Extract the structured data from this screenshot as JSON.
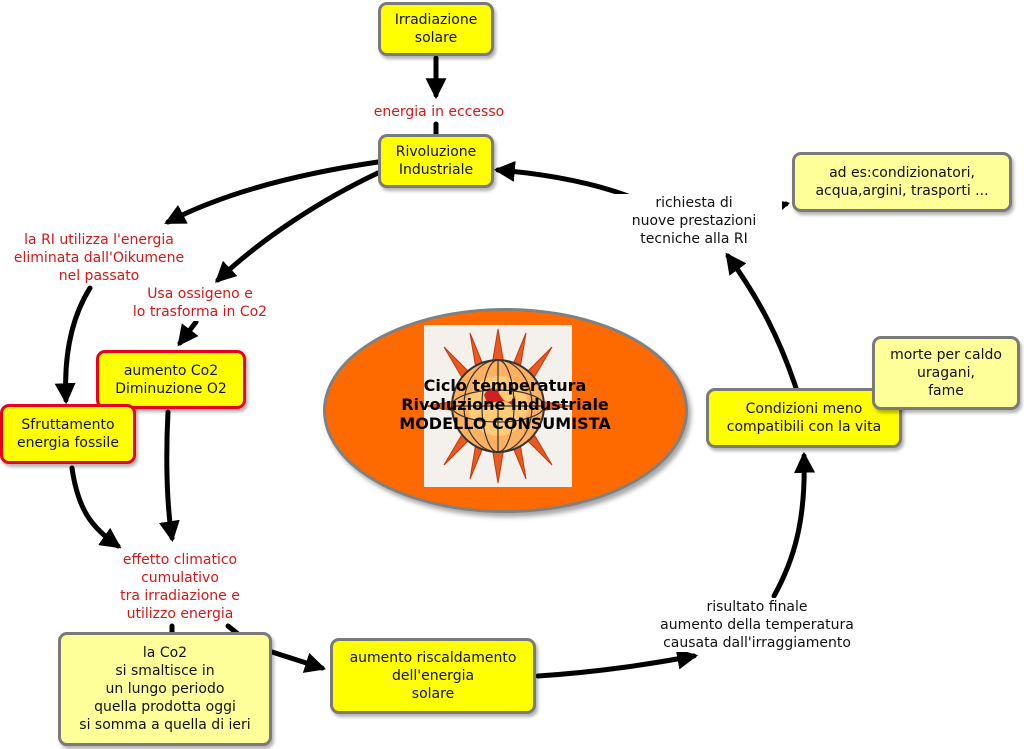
{
  "nodes": {
    "irradiazione": "Irradiazione\nsolare",
    "rivoluzione": "Rivoluzione\nIndustriale",
    "aumento_co2": "aumento Co2\nDiminuzione O2",
    "sfruttamento": "Sfruttamento\nenergia fossile",
    "co2_smaltisce": "la Co2\nsi smaltisce in\nun lungo periodo\nquella prodotta oggi\nsi somma a quella di ieri",
    "aumento_riscaldamento": "aumento riscaldamento\ndell'energia\nsolare",
    "condizioni": "Condizioni meno\ncompatibili con la vita",
    "morte": "morte per caldo\nuragani,\nfame",
    "esempi": "ad es:condizionatori,\nacqua,argini, trasporti ..."
  },
  "links": {
    "energia_eccesso": "energia in eccesso",
    "ri_utilizza": "la RI utilizza l'energia\neliminata dall'Oikumene\nnel passato",
    "usa_ossigeno": "Usa ossigeno e\nlo trasforma in Co2",
    "effetto_climatico": "effetto climatico\ncumulativo\ntra irradiazione e\nutilizzo energia",
    "risultato_finale": "risultato finale\naumento della temperatura\ncausata dall'irraggiamento",
    "richiesta": "richiesta di\nnuove prestazioni\ntecniche alla RI"
  },
  "center": {
    "title": "Ciclo temperatura\nRivoluzione Industriale\nMODELLO CONSUMISTA"
  },
  "colors": {
    "node_yellow": "#ffff00",
    "node_pale": "#ffff99",
    "node_border": "#7a7a7a",
    "red_border": "#e8001c",
    "link_red": "#d21818",
    "center_fill": "#ff6a00"
  }
}
